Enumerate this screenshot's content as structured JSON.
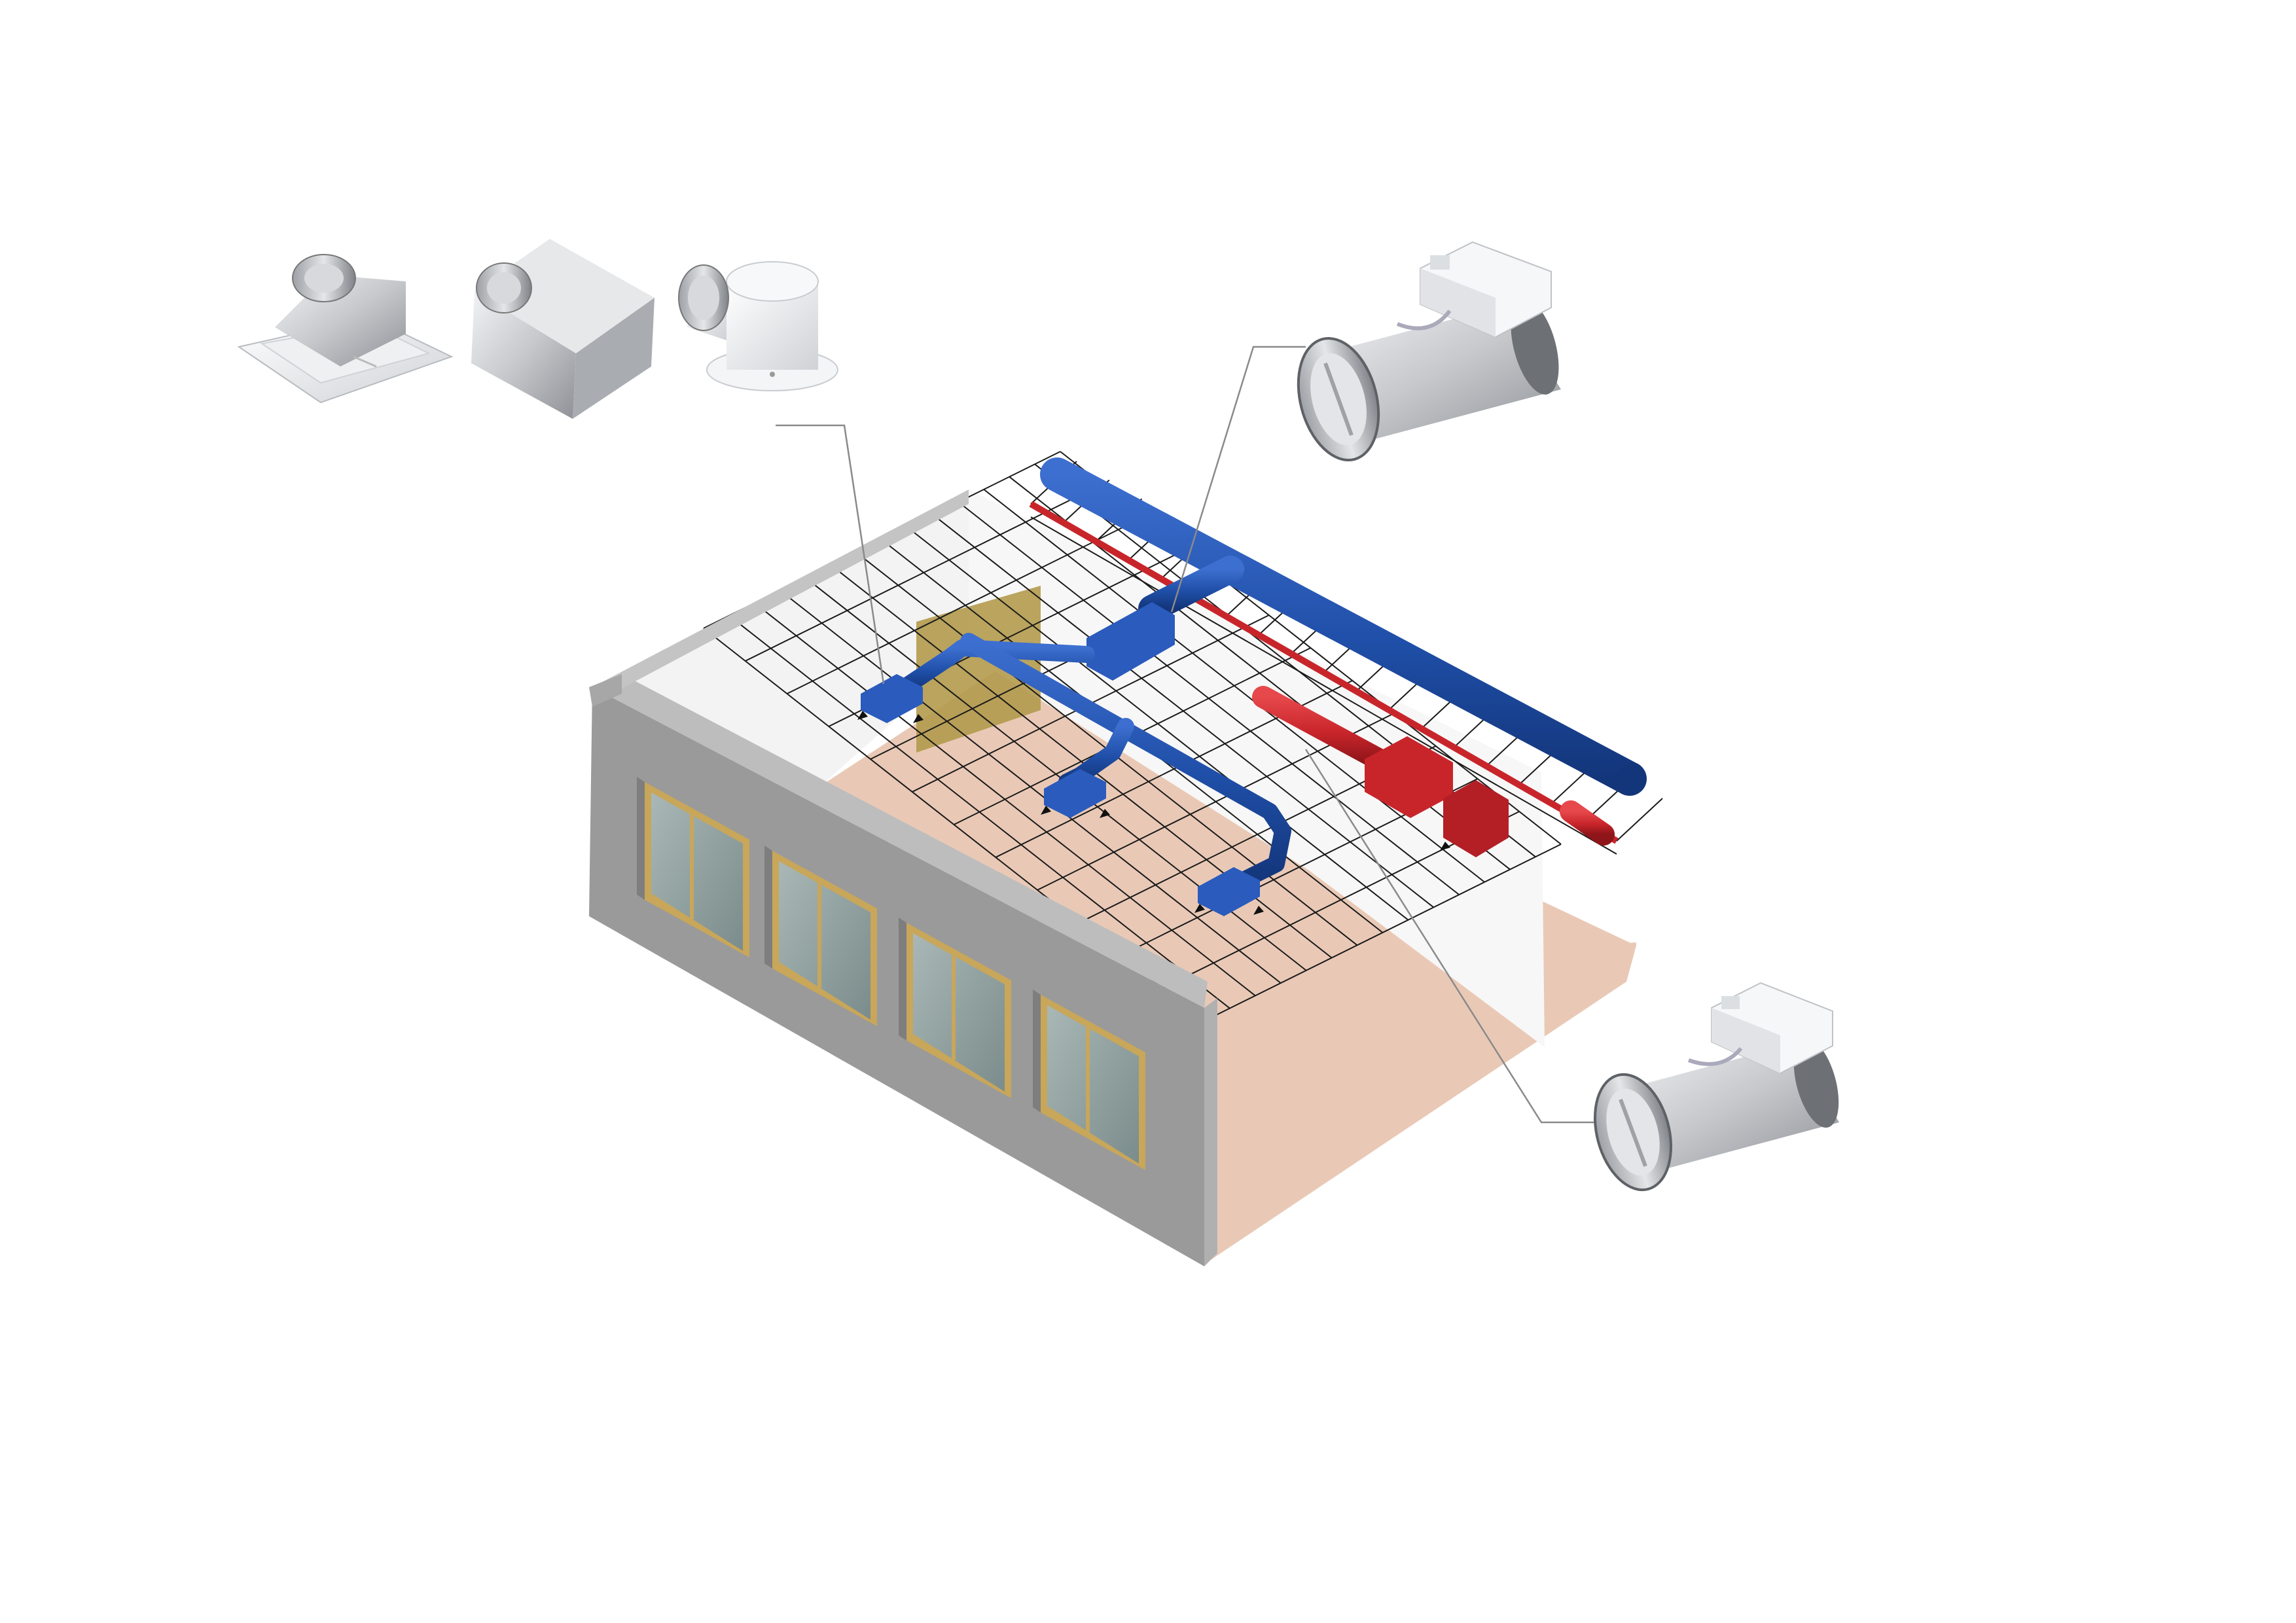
{
  "diagram": {
    "subject": "ventilation-system-schematic",
    "components": {
      "supply_duct": {
        "icon": "supply-duct-icon",
        "color": "#1f4fa8"
      },
      "extract_duct": {
        "icon": "extract-duct-icon",
        "color": "#c8252b"
      },
      "ceiling_diffusers": {
        "icon": "ceiling-diffuser-icon",
        "count": 3
      },
      "damper_units": {
        "icon": "motorized-damper-icon",
        "count": 2
      },
      "building": {
        "icon": "building-cutaway-icon"
      }
    },
    "colors": {
      "wall_outer": "#9a9a9a",
      "wall_top": "#bdbdbd",
      "interior_wall": "#f3f3f3",
      "floor": "#e9c9b6",
      "grid": "#1a1a1a",
      "window_glass": "#8fa0a0",
      "window_frame": "#c8a65a",
      "door": "#b39a4d",
      "leader_line": "#8a8a8a",
      "metal": "#c9cbcf"
    }
  }
}
